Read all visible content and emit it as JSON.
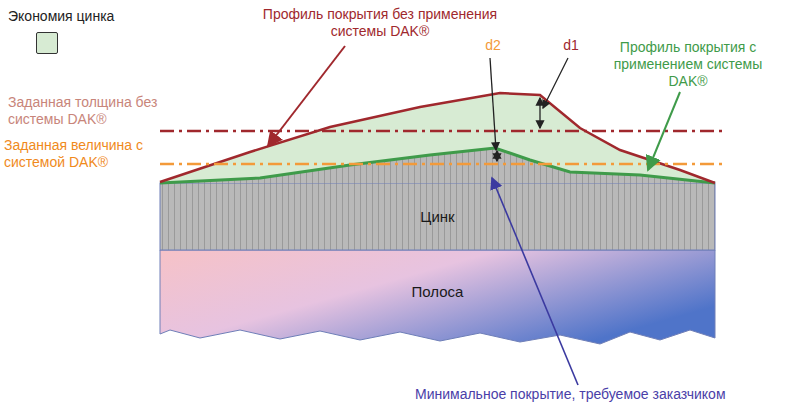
{
  "diagram": {
    "nodes": [
      {
        "text": [
          "Цинк"
        ]
      },
      {
        "text": [
          "Полоса"
        ]
      }
    ],
    "labels": [
      "Профиль покрытия без применения системы DAK®",
      "d2",
      "d1",
      "Профиль покрытия с применением системы DAK®",
      "Заданная толщина без системы DAK®",
      "Заданная величина с системой DAK®",
      "Минимальное покрытие, требуемое заказчиком"
    ],
    "legend": [
      {
        "text": "Экономия цинка",
        "color": "#d7ebd3"
      }
    ]
  }
}
